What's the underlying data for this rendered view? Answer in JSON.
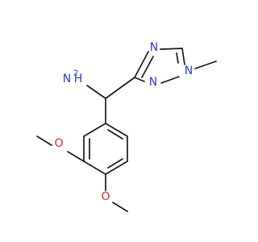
{
  "atoms": {
    "amine_n": {
      "text": "N",
      "color": "#2a3fcf"
    },
    "amine_h": {
      "text": "H",
      "color": "#2a3fcf"
    },
    "amine_h_count": {
      "text": "2",
      "color": "#2a3fcf"
    },
    "triazole_n4": {
      "text": "N",
      "color": "#2a3fcf"
    },
    "triazole_n2": {
      "text": "N",
      "color": "#2a3fcf"
    },
    "triazole_n1": {
      "text": "N",
      "color": "#2a3fcf"
    },
    "methoxy_o_upper": {
      "text": "O",
      "color": "#d62a1e"
    },
    "methoxy_o_lower": {
      "text": "O",
      "color": "#d62a1e"
    }
  },
  "colors": {
    "bond": "#1a1a1a",
    "nitrogen": "#2a3fcf",
    "oxygen": "#d62a1e"
  }
}
